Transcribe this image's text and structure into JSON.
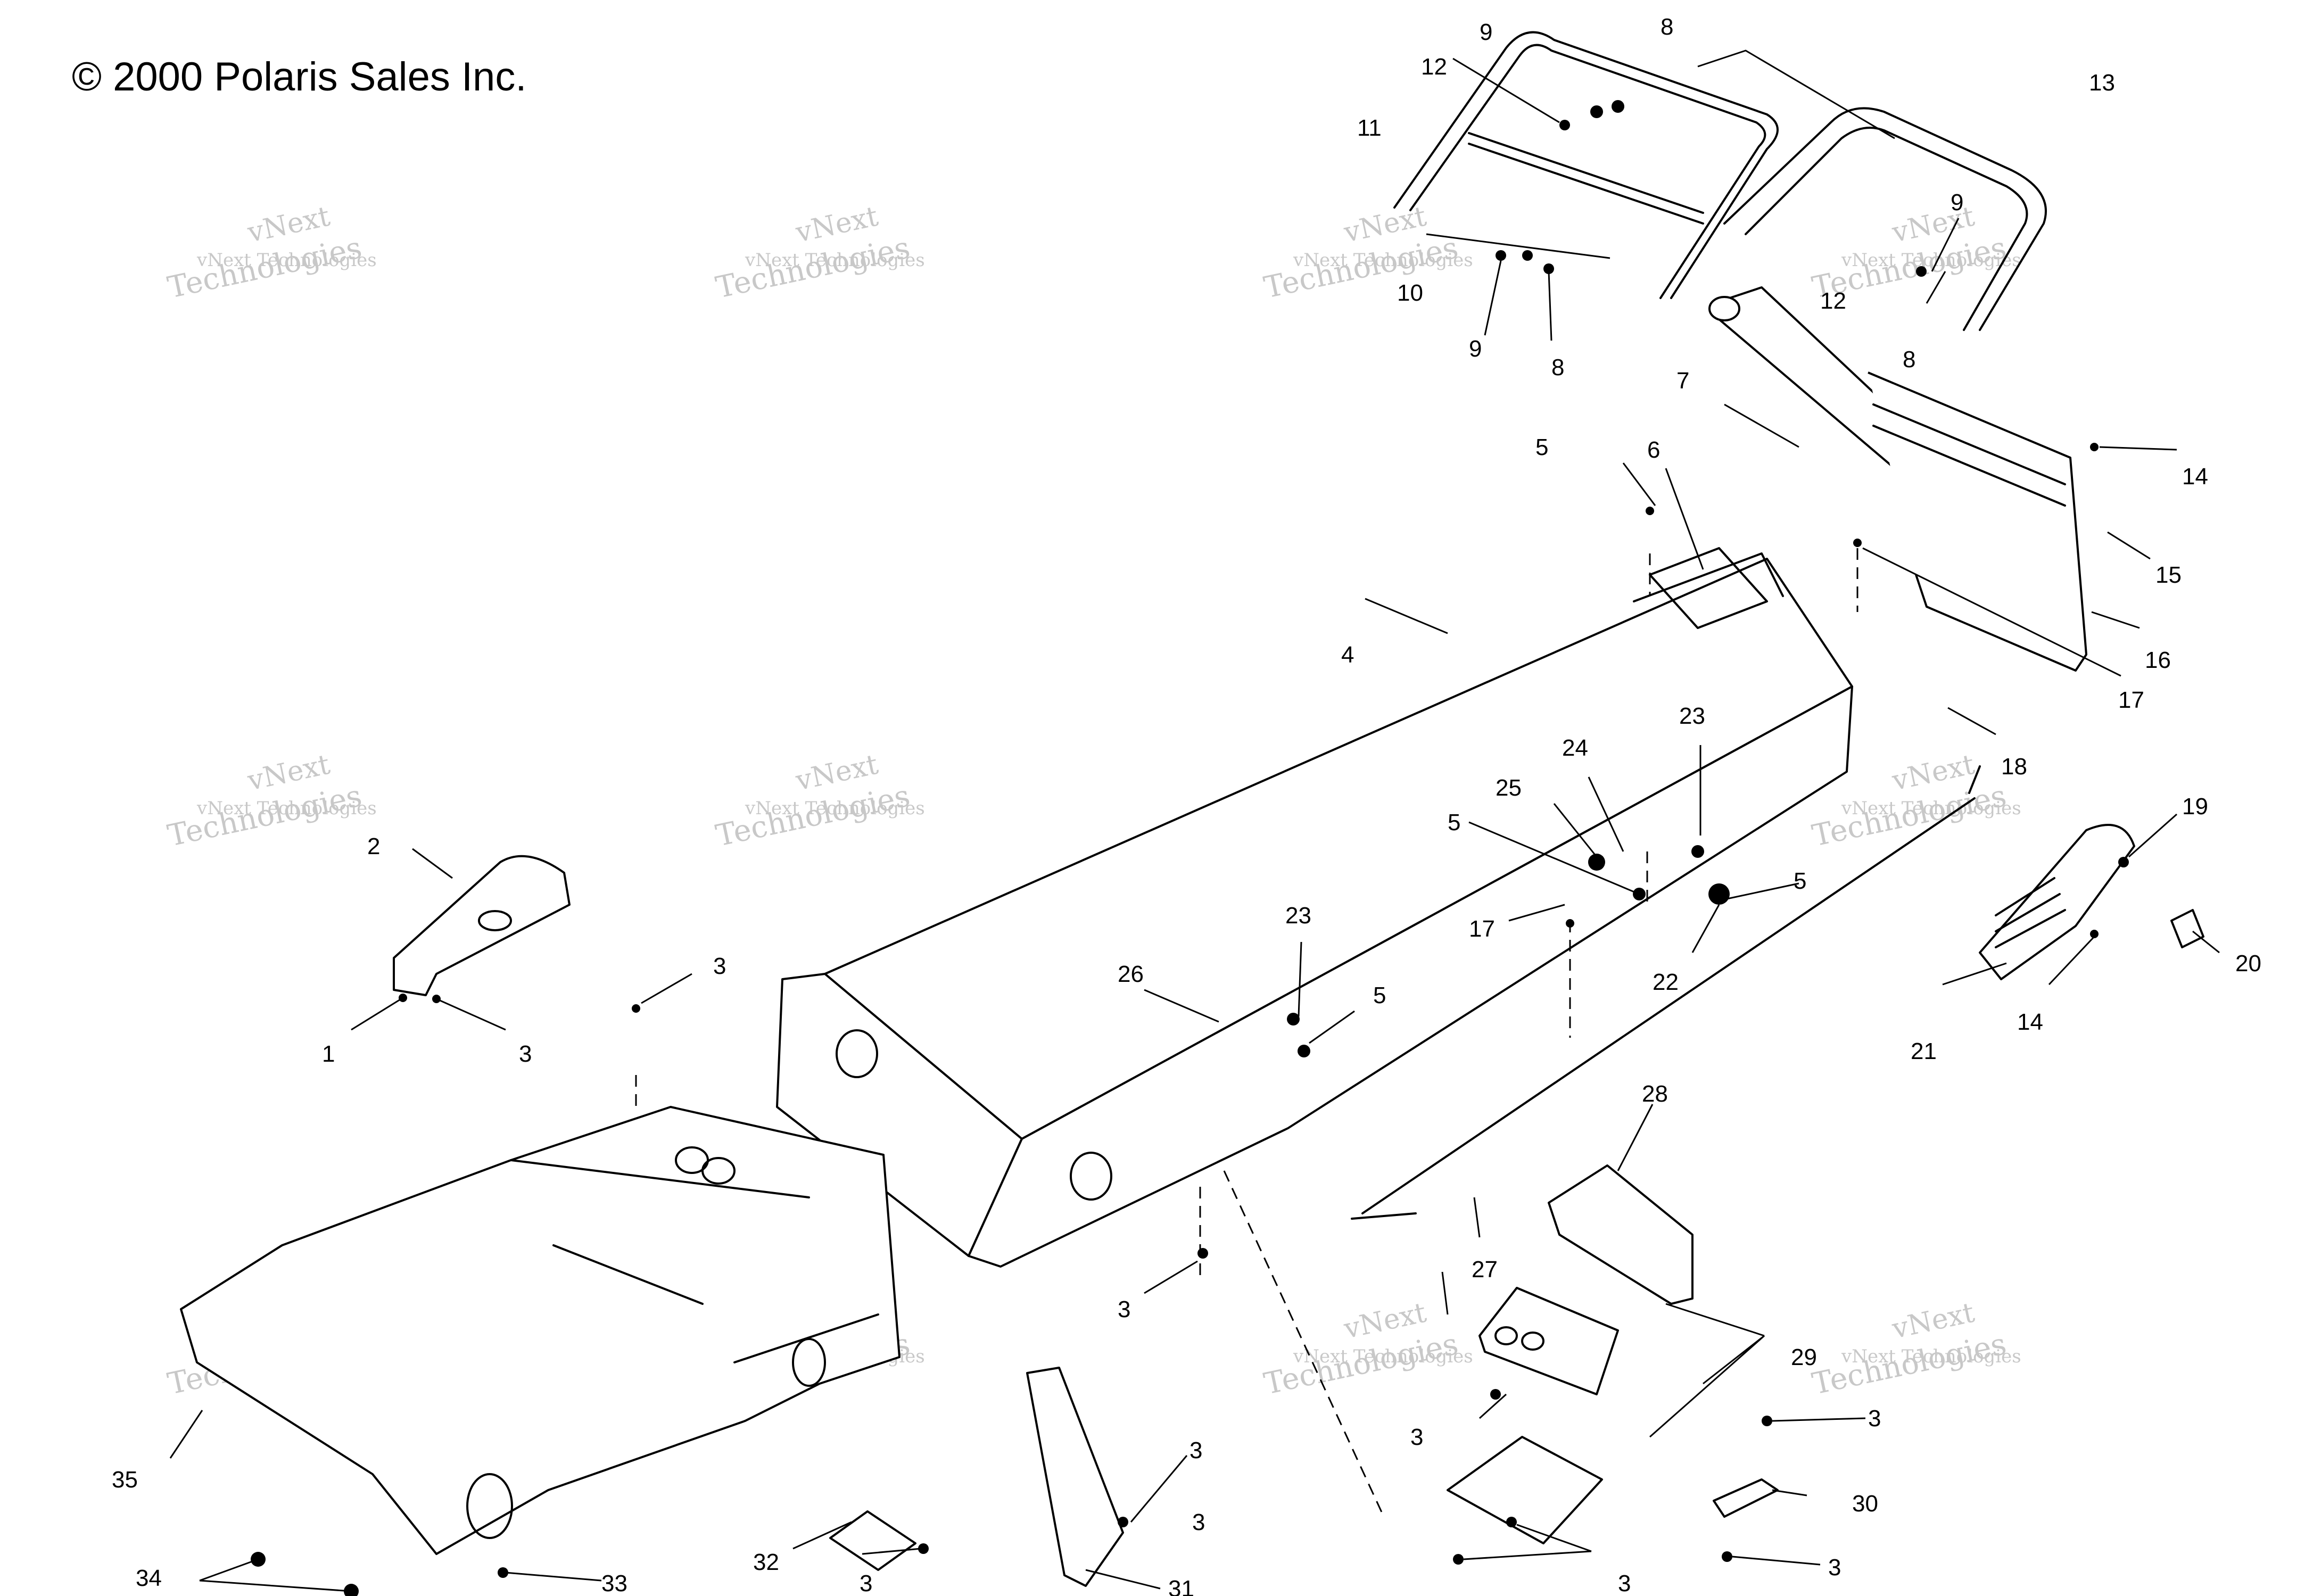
{
  "copyright": "© 2000 Polaris Sales Inc.",
  "watermark": {
    "line1": "vNext Technologies",
    "line2": "vNext",
    "line3": "Technologies"
  },
  "callouts": [
    {
      "id": "1",
      "label": "1"
    },
    {
      "id": "2",
      "label": "2"
    },
    {
      "id": "3a",
      "label": "3"
    },
    {
      "id": "3b",
      "label": "3"
    },
    {
      "id": "3c",
      "label": "3"
    },
    {
      "id": "3d",
      "label": "3"
    },
    {
      "id": "3e",
      "label": "3"
    },
    {
      "id": "3f",
      "label": "3"
    },
    {
      "id": "3g",
      "label": "3"
    },
    {
      "id": "3h",
      "label": "3"
    },
    {
      "id": "3i",
      "label": "3"
    },
    {
      "id": "3j",
      "label": "3"
    },
    {
      "id": "4",
      "label": "4"
    },
    {
      "id": "5a",
      "label": "5"
    },
    {
      "id": "5b",
      "label": "5"
    },
    {
      "id": "5c",
      "label": "5"
    },
    {
      "id": "5d",
      "label": "5"
    },
    {
      "id": "6",
      "label": "6"
    },
    {
      "id": "7",
      "label": "7"
    },
    {
      "id": "8a",
      "label": "8"
    },
    {
      "id": "8b",
      "label": "8"
    },
    {
      "id": "8c",
      "label": "8"
    },
    {
      "id": "9a",
      "label": "9"
    },
    {
      "id": "9b",
      "label": "9"
    },
    {
      "id": "9c",
      "label": "9"
    },
    {
      "id": "10",
      "label": "10"
    },
    {
      "id": "11",
      "label": "11"
    },
    {
      "id": "12a",
      "label": "12"
    },
    {
      "id": "12b",
      "label": "12"
    },
    {
      "id": "13",
      "label": "13"
    },
    {
      "id": "14a",
      "label": "14"
    },
    {
      "id": "14b",
      "label": "14"
    },
    {
      "id": "15",
      "label": "15"
    },
    {
      "id": "16",
      "label": "16"
    },
    {
      "id": "17a",
      "label": "17"
    },
    {
      "id": "17b",
      "label": "17"
    },
    {
      "id": "18",
      "label": "18"
    },
    {
      "id": "19",
      "label": "19"
    },
    {
      "id": "20",
      "label": "20"
    },
    {
      "id": "21",
      "label": "21"
    },
    {
      "id": "22",
      "label": "22"
    },
    {
      "id": "23a",
      "label": "23"
    },
    {
      "id": "23b",
      "label": "23"
    },
    {
      "id": "24",
      "label": "24"
    },
    {
      "id": "25",
      "label": "25"
    },
    {
      "id": "26",
      "label": "26"
    },
    {
      "id": "27",
      "label": "27"
    },
    {
      "id": "28",
      "label": "28"
    },
    {
      "id": "29",
      "label": "29"
    },
    {
      "id": "30",
      "label": "30"
    },
    {
      "id": "31",
      "label": "31"
    },
    {
      "id": "32",
      "label": "32"
    },
    {
      "id": "33",
      "label": "33"
    },
    {
      "id": "34",
      "label": "34"
    },
    {
      "id": "35",
      "label": "35"
    }
  ]
}
